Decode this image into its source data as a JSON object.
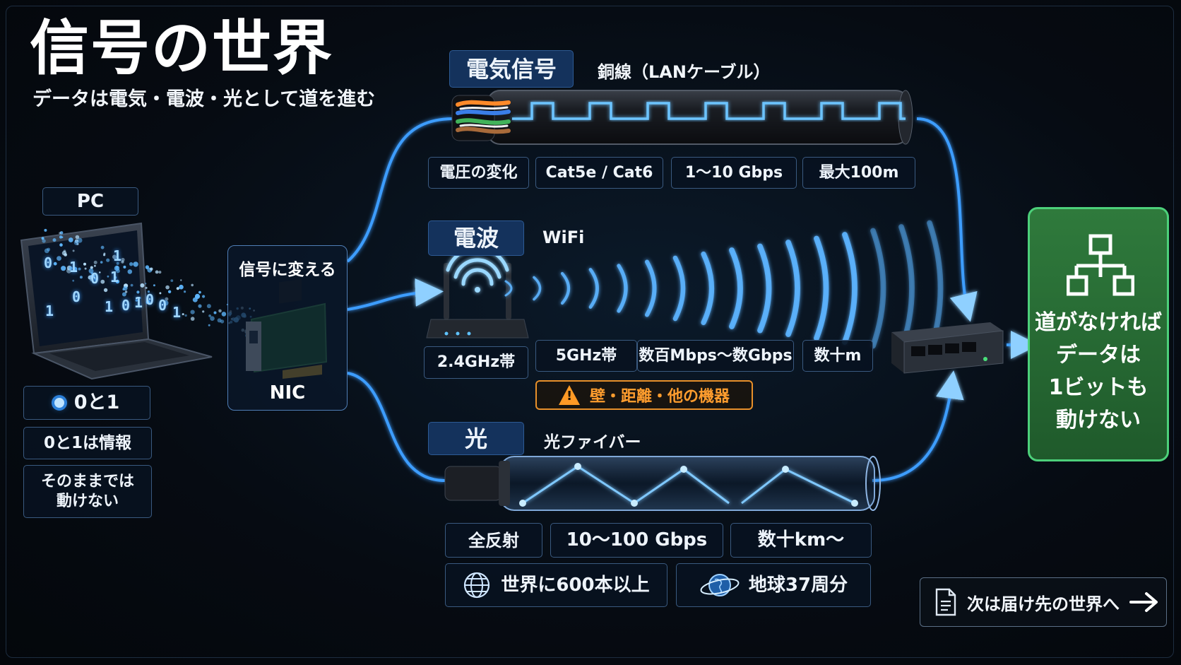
{
  "title": "信号の世界",
  "subtitle": "データは電気・電波・光として道を進む",
  "pc": {
    "label": "PC",
    "screen_digits": [
      "0",
      "1",
      "1",
      "0",
      "1",
      "0",
      "1",
      "1",
      "0",
      "1",
      "0",
      "0",
      "1"
    ],
    "bits_label": "0と1",
    "info_label": "0と1は情報",
    "cannot_move": "そのままでは\n動けない"
  },
  "nic": {
    "caption": "信号に変える",
    "label": "NIC"
  },
  "electric": {
    "heading": "電気信号",
    "medium": "銅線（LANケーブル）",
    "specs": [
      "電圧の変化",
      "Cat5e / Cat6",
      "1〜10 Gbps",
      "最大100m"
    ]
  },
  "radio": {
    "heading": "電波",
    "medium": "WiFi",
    "specs": [
      "2.4GHz帯",
      "5GHz帯",
      "数百Mbps〜数Gbps",
      "数十m"
    ],
    "warning": "壁・距離・他の機器"
  },
  "optical": {
    "heading": "光",
    "medium": "光ファイバー",
    "specs": [
      "全反射",
      "10〜100 Gbps",
      "数十km〜"
    ],
    "facts": [
      "世界に600本以上",
      "地球37周分"
    ]
  },
  "destination": {
    "text": "道がなければ\nデータは\n1ビットも\n動けない"
  },
  "next_button": "次は届け先の世界へ",
  "colors": {
    "glow": "#3d9dff",
    "navy": "#14325c",
    "green": "#2f7a3c",
    "warning": "#ff9a25"
  },
  "icons": [
    "network-tree-icon",
    "wifi-icon",
    "warning-icon",
    "globe-icon",
    "earth-orbit-icon",
    "document-icon",
    "arrow-right-icon"
  ]
}
